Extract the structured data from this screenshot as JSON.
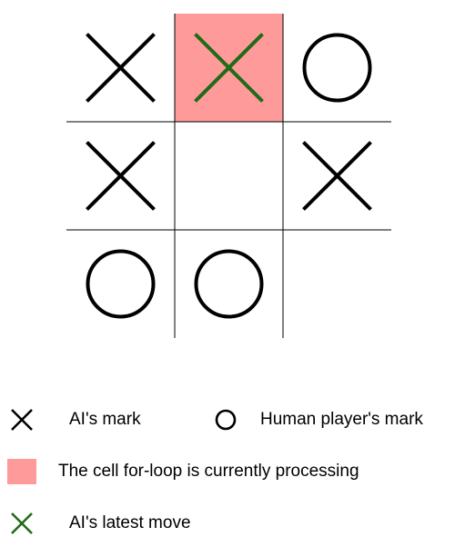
{
  "colors": {
    "ai_mark": "#000000",
    "human_mark": "#000000",
    "latest_move": "#1f6b17",
    "current_cell": "#fe9a9a",
    "grid_line": "#000000"
  },
  "board": {
    "cells": [
      {
        "mark": "X",
        "latest": false,
        "current": false
      },
      {
        "mark": "X",
        "latest": true,
        "current": true
      },
      {
        "mark": "O",
        "latest": false,
        "current": false
      },
      {
        "mark": "X",
        "latest": false,
        "current": false
      },
      {
        "mark": "",
        "latest": false,
        "current": false
      },
      {
        "mark": "X",
        "latest": false,
        "current": false
      },
      {
        "mark": "O",
        "latest": false,
        "current": false
      },
      {
        "mark": "O",
        "latest": false,
        "current": false
      },
      {
        "mark": "",
        "latest": false,
        "current": false
      }
    ]
  },
  "legend": {
    "ai_mark": {
      "icon": "x-icon",
      "label": "AI's mark"
    },
    "human_mark": {
      "icon": "o-icon",
      "label": "Human player's mark"
    },
    "current_cell": {
      "icon": "cell-swatch",
      "label": "The cell for-loop is currently processing"
    },
    "latest_move": {
      "icon": "x-icon",
      "label": "AI's latest move"
    }
  }
}
